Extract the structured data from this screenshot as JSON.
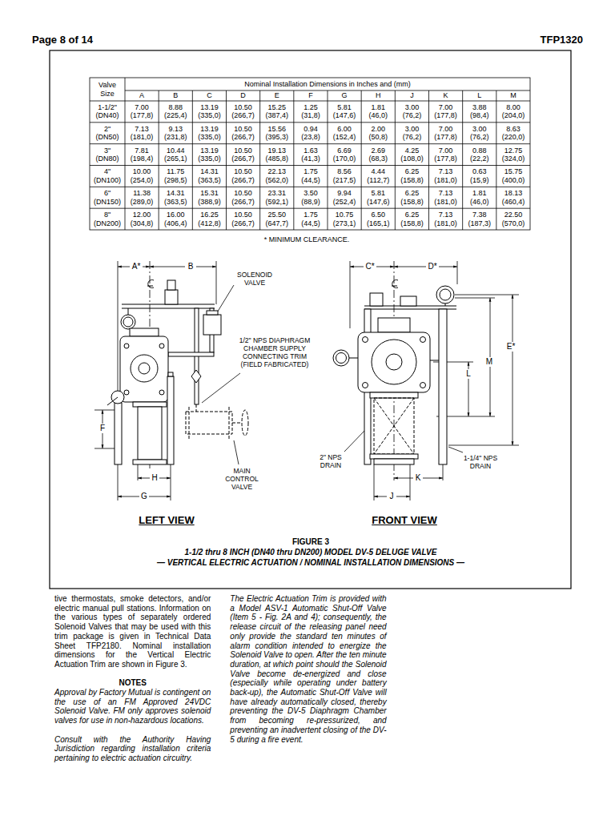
{
  "diagram": {
    "caption": "FIGURE 3",
    "labels": [
      "Page 8 of 14",
      "TFP1320",
      "Valve Size",
      "Nominal Installation Dimensions in Inches and (mm)",
      "A",
      "B",
      "C",
      "D",
      "E",
      "F",
      "G",
      "H",
      "J",
      "K",
      "L",
      "M",
      "1-1/2\" (DN40)",
      "7.00 (177,8)",
      "8.88 (225,4)",
      "13.19 (335,0)",
      "10.50 (266,7)",
      "15.25 (387,4)",
      "1.25 (31,8)",
      "5.81 (147,6)",
      "1.81 (46,0)",
      "3.00 (76,2)",
      "7.00 (177,8)",
      "3.88 (98,4)",
      "8.00 (204,0)",
      "2\" (DN50)",
      "7.13 (181,0)",
      "9.13 (231,8)",
      "13.19 (335,0)",
      "10.50 (266,7)",
      "15.56 (395,3)",
      "0.94 (23,8)",
      "6.00 (152,4)",
      "2.00 (50,8)",
      "3.00 (76,2)",
      "7.00 (177,8)",
      "3.00 (76,2)",
      "8.63 (220,0)",
      "3\" (DN80)",
      "7.81 (198,4)",
      "10.44 (265,1)",
      "13.19 (335,0)",
      "10.50 (266,7)",
      "19.13 (485,8)",
      "1.63 (41,3)",
      "6.69 (170,0)",
      "2.69 (68,3)",
      "4.25 (108,0)",
      "7.00 (177,8)",
      "0.88 (22,2)",
      "12.75 (324,0)",
      "4\" (DN100)",
      "10.00 (254,0)",
      "11.75 (298,5)",
      "14.31 (363,5)",
      "10.50 (266,7)",
      "22.13 (562,0)",
      "1.75 (44,5)",
      "8.56 (217,5)",
      "4.44 (112,7)",
      "6.25 (158,8)",
      "7.13 (181,0)",
      "0.63 (15,9)",
      "15.75 (400,0)",
      "6\" (DN150)",
      "11.38 (289,0)",
      "14.31 (363,5)",
      "15.31 (388,9)",
      "10.50 (266,7)",
      "23.31 (592,1)",
      "3.50 (88,9)",
      "9.94 (252,4)",
      "5.81 (147,6)",
      "6.25 (158,8)",
      "7.13 (181,0)",
      "1.81 (46,0)",
      "18.13 (460,4)",
      "8\" (DN200)",
      "12.00 (304,8)",
      "16.00 (406,4)",
      "16.25 (412,8)",
      "10.50 (266,7)",
      "25.50 (647,7)",
      "1.75 (44,5)",
      "10.75 (273,1)",
      "6.50 (165,1)",
      "6.25 (158,8)",
      "7.13 (181,0)",
      "7.38 (187,3)",
      "22.50 (570,0)",
      "* MINIMUM CLEARANCE.",
      "A*",
      "B",
      "SOLENOID VALVE",
      "1/2\" NPS DIAPHRAGM CHAMBER SUPPLY CONNECTING TRIM (FIELD FABRICATED)",
      "F",
      "H",
      "G",
      "MAIN CONTROL VALVE",
      "LEFT VIEW",
      "C*",
      "D*",
      "E*",
      "M",
      "L",
      "2\" NPS DRAIN",
      "1-1/4\" NPS DRAIN",
      "K",
      "J",
      "FRONT VIEW",
      "1-1/2 thru 8 INCH (DN40 thru DN200) MODEL DV-5 DELUGE VALVE",
      "— VERTICAL ELECTRIC ACTUATION / NOMINAL INSTALLATION DIMENSIONS —",
      "tive thermostats, smoke detectors, and/or electric manual pull stations. Information on the various types of separately ordered Solenoid Valves that may be used with this trim package is given in Technical Data Sheet TFP2180. Nominal installation dimensions for the Vertical Electric Actuation Trim are shown in Figure 3.",
      "NOTES",
      "Approval by Factory Mutual is contingent on the use of an FM Approved 24VDC Solenoid Valve. FM only approves solenoid valves for use in non-hazardous locations.",
      "Consult with the Authority Having Jurisdiction regarding installation criteria pertaining to electric actuation circuitry.",
      "The Electric Actuation Trim is provided with a Model ASV-1 Automatic Shut-Off Valve (Item 5 - Fig. 2A and 4); consequently, the release circuit of the releasing panel need only provide the standard ten minutes of alarm condition intended to energize the Solenoid Valve to open. After the ten minute duration, at which point should the Solenoid Valve become de-energized and close (especially while operating under battery back-up), the Automatic Shut-Off Valve will have already automatically closed, thereby preventing the DV-5 Diaphragm Chamber from becoming re-pressurized, and preventing an inadvertent closing of the DV-5 during a fire event."
    ]
  }
}
